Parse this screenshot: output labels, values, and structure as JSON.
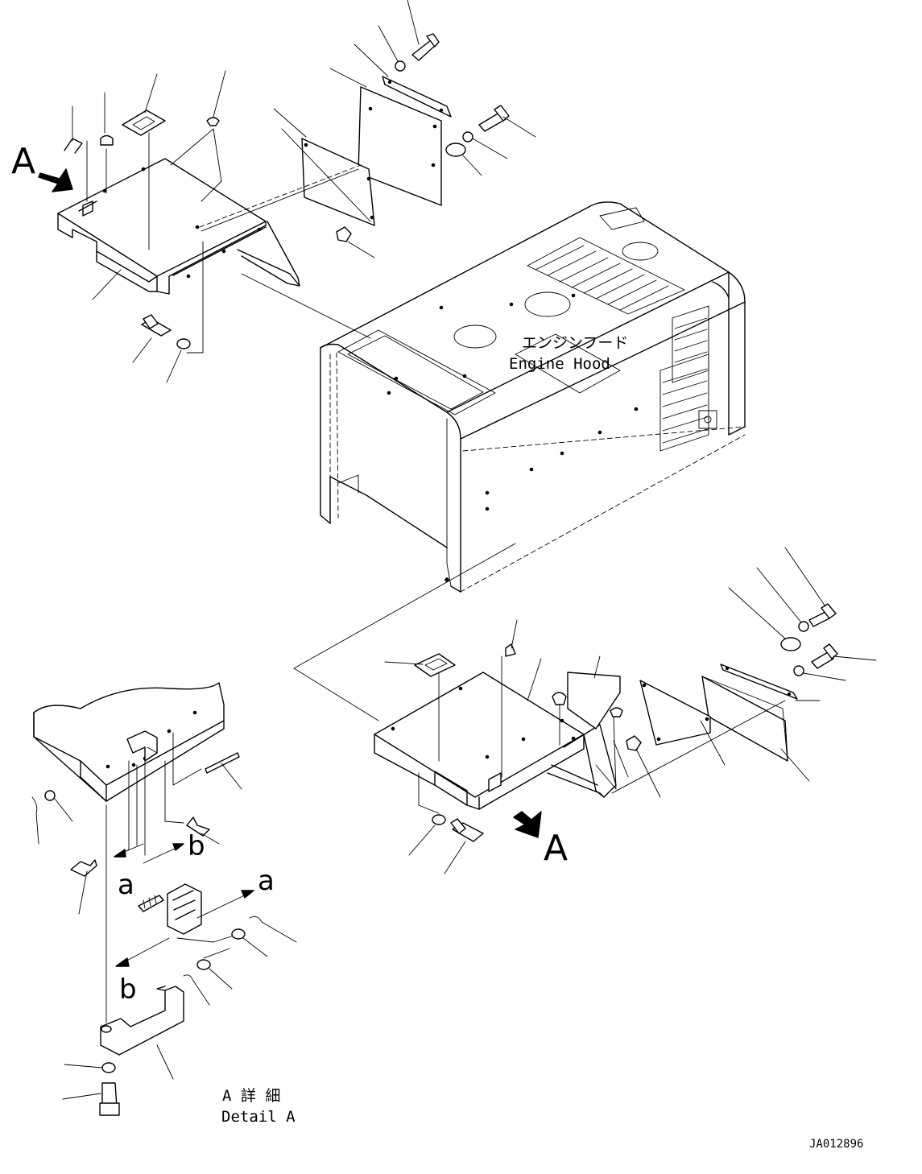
{
  "labels": {
    "engine_hood_jp": "エンジンフード",
    "engine_hood_en": "Engine Hood",
    "view_a_top": "A",
    "view_a_bottom": "A",
    "detail_a_jp": "A 詳 細",
    "detail_a_en": "Detail A",
    "arrow_a_left": "a",
    "arrow_a_right": "a",
    "arrow_b_top": "b",
    "arrow_b_bottom": "b",
    "drawing_number": "JA012896"
  },
  "colors": {
    "ink": "#000000",
    "paper": "#ffffff"
  }
}
